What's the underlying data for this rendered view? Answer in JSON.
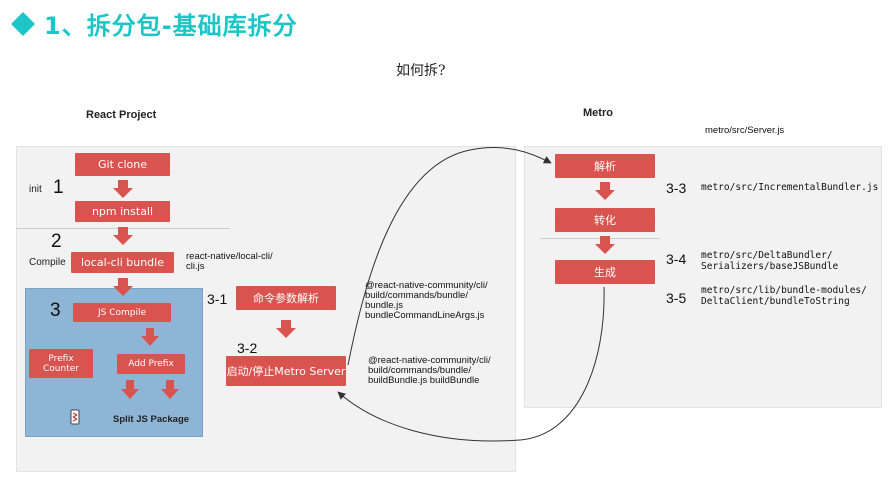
{
  "title": "1、拆分包-基础库拆分",
  "subtitle": "如何拆?",
  "colors": {
    "accent": "#1cc6c6",
    "box": "#d9534f",
    "panel": "#f2f2f2",
    "blue_panel": "#8eb4d6"
  },
  "react_project": {
    "heading": "React Project",
    "init_label": "init",
    "init_num": "1",
    "compile_num": "2",
    "compile_label": "Compile",
    "jscompile_num": "3",
    "git_clone": "Git clone",
    "npm_install": "npm install",
    "local_cli_bundle": "local-cli bundle",
    "local_cli_path": "react-native/local-cli/\ncli.js",
    "js_compile": "JS Compile",
    "prefix_counter": "Prefix\nCounter",
    "add_prefix": "Add Prefix",
    "split_js_package": "Split JS Package",
    "step_31": "3-1",
    "step_32": "3-2",
    "cmd_parse": "命令参数解析",
    "metro_server": "启动/停止Metro Server",
    "path_31": "@react-native-community/cli/\nbuild/commands/bundle/\nbundle.js\nbundleCommandLineArgs.js",
    "path_32": "@react-native-community/cli/\nbuild/commands/bundle/\nbuildBundle.js buildBundle"
  },
  "metro": {
    "heading": "Metro",
    "server_path": "metro/src/Server.js",
    "parse": "解析",
    "transform": "转化",
    "generate": "生成",
    "step_33": "3-3",
    "path_33": "metro/src/IncrementalBundler.js",
    "step_34": "3-4",
    "path_34": "metro/src/DeltaBundler/\nSerializers/baseJSBundle",
    "step_35": "3-5",
    "path_35": "metro/src/lib/bundle-modules/\nDeltaClient/bundleToString"
  }
}
